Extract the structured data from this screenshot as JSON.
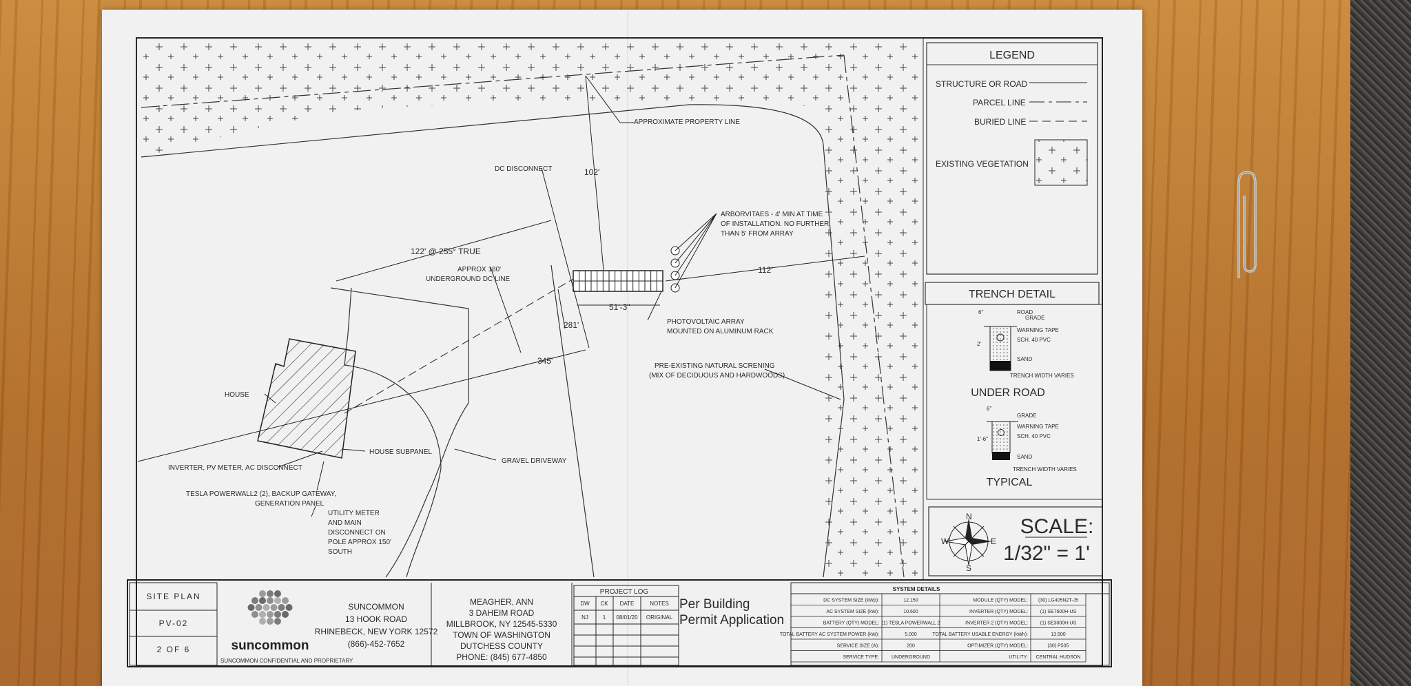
{
  "drawing": {
    "labels": {
      "approx_property_line": "APPROXIMATE PROPERTY LINE",
      "dc_disconnect": "DC DISCONNECT",
      "dim_102": "102'",
      "arborvitaes_1": "ARBORVITAES - 4' MIN AT TIME",
      "arborvitaes_2": "OF INSTALLATION. NO FURTHER",
      "arborvitaes_3": "THAN 5' FROM ARRAY",
      "bearing": "122' @ 255° TRUE",
      "approx_180_1": "APPROX 180'",
      "approx_180_2": "UNDERGROUND DC LINE",
      "dim_112": "112'",
      "dim_51": "51'-3\"",
      "dim_281": "281'",
      "pv_array_1": "PHOTOVOLTAIC ARRAY",
      "pv_array_2": "MOUNTED ON ALUMINUM RACK",
      "dim_345": "345'",
      "screening_1": "PRE-EXISTING NATURAL SCRENING",
      "screening_2": "(MIX OF DECIDUOUS AND HARDWOODS)",
      "house": "HOUSE",
      "inverter": "INVERTER, PV METER, AC DISCONNECT",
      "house_subpanel": "HOUSE SUBPANEL",
      "gravel_driveway": "GRAVEL DRIVEWAY",
      "tesla_1": "TESLA POWERWALL2 (2), BACKUP GATEWAY,",
      "tesla_2": "GENERATION PANEL",
      "utility_1": "UTILITY METER",
      "utility_2": "AND MAIN",
      "utility_3": "DISCONNECT ON",
      "utility_4": "POLE APPROX 150'",
      "utility_5": "SOUTH"
    },
    "legend": {
      "title": "LEGEND",
      "structure": "STRUCTURE OR ROAD",
      "parcel": "PARCEL LINE",
      "buried": "BURIED LINE",
      "vegetation": "EXISTING VEGETATION"
    },
    "trench": {
      "title": "TRENCH DETAIL",
      "under_road": "UNDER ROAD",
      "typical": "TYPICAL",
      "road": "ROAD",
      "grade": "GRADE",
      "warning_tape": "WARNING TAPE",
      "conduit": "SCH. 40 PVC",
      "sand": "SAND",
      "width": "TRENCH WIDTH VARIES",
      "d6": "6\"",
      "d2": "2'",
      "d16": "1'-6\""
    },
    "compass": {
      "n": "N",
      "s": "S",
      "e": "E",
      "w": "W"
    },
    "scale": {
      "title": "SCALE:",
      "value": "1/32\" = 1'"
    }
  },
  "title_block": {
    "sheet_name": "SITE PLAN",
    "sheet_id": "PV-02",
    "sheet_of": "2 OF 6",
    "logo_text": "suncommon",
    "confidential": "SUNCOMMON CONFIDENTIAL AND PROPRIETARY",
    "company": [
      "SUNCOMMON",
      "13 HOOK ROAD",
      "RHINEBECK, NEW YORK 12572",
      "(866)-452-7652"
    ],
    "client": [
      "MEAGHER, ANN",
      "3 DAHEIM ROAD",
      "MILLBROOK, NY 12545-5330",
      "TOWN OF WASHINGTON",
      "DUTCHESS COUNTY",
      "PHONE: (845) 677-4850"
    ],
    "project_log": {
      "title": "PROJECT LOG",
      "headers": [
        "DW",
        "CK",
        "DATE",
        "NOTES"
      ],
      "row": [
        "NJ",
        "1",
        "08/01/20",
        "ORIGINAL"
      ]
    },
    "permit": [
      "Per Building",
      "Permit Application"
    ],
    "system_details": {
      "title": "SYSTEM DETAILS",
      "rows": [
        [
          "DC SYSTEM SIZE (kWp):",
          "12.150",
          "MODULE (QTY) MODEL:",
          "(30) LG405N2T-J5"
        ],
        [
          "AC SYSTEM SIZE (kW):",
          "10.600",
          "INVERTER (QTY) MODEL:",
          "(1) SE7600H-US"
        ],
        [
          "BATTERY (QTY) MODEL:",
          "(1) TESLA POWERWALL 2",
          "INVERTER 2 (QTY) MODEL:",
          "(1) SE3000H-US"
        ],
        [
          "TOTAL BATTERY AC SYSTEM POWER (kW):",
          "5.000",
          "TOTAL BATTERY USABLE ENERGY (kWh):",
          "13.500"
        ],
        [
          "SERVICE SIZE (A):",
          "200",
          "OPTIMIZER (QTY) MODEL:",
          "(30) P505"
        ],
        [
          "SERVICE TYPE:",
          "UNDERGROUND",
          "UTILITY:",
          "CENTRAL HUDSON"
        ]
      ]
    }
  }
}
